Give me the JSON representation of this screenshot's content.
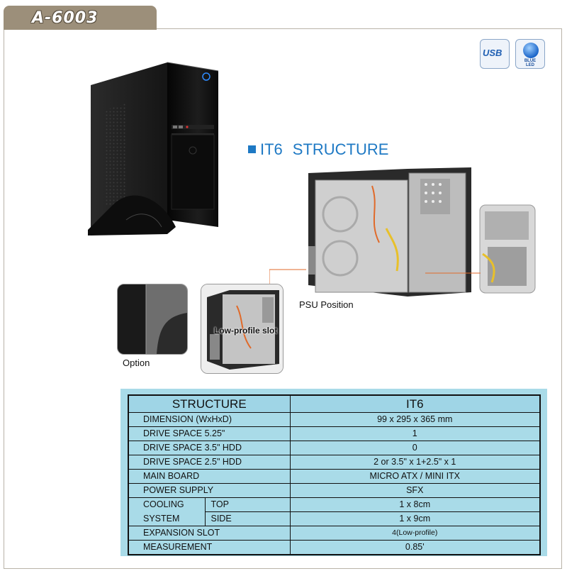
{
  "header": {
    "model": "A-6003"
  },
  "badges": {
    "usb": "USB",
    "led_line1": "BLUE",
    "led_line2": "LED"
  },
  "structure_title": {
    "prefix": "IT6",
    "suffix": "STRUCTURE"
  },
  "captions": {
    "psu": "PSU Position",
    "slot": "Low-profile slot",
    "option": "Option"
  },
  "spec_table": {
    "header_label": "STRUCTURE",
    "header_value": "IT6",
    "rows": [
      {
        "label": "DIMENSION (WxHxD)",
        "value": "99 x 295 x 365 mm"
      },
      {
        "label": "DRIVE SPACE 5.25\"",
        "value": "1"
      },
      {
        "label": "DRIVE SPACE 3.5\" HDD",
        "value": "0"
      },
      {
        "label": "DRIVE SPACE 2.5\" HDD",
        "value": "2 or 3.5\" x 1+2.5\" x 1"
      },
      {
        "label": "MAIN BOARD",
        "value": "MICRO ATX / MINI ITX"
      },
      {
        "label": "POWER SUPPLY",
        "value": "SFX"
      }
    ],
    "cooling": {
      "label_line1": "COOLING",
      "label_line2": "SYSTEM",
      "top_label": "TOP",
      "top_value": "1 x  8cm",
      "side_label": "SIDE",
      "side_value": "1 x 9cm"
    },
    "expansion": {
      "label": "EXPANSION SLOT",
      "value": "4(Low-profile)"
    },
    "measurement": {
      "label": "MEASUREMENT",
      "value": "0.85'"
    }
  }
}
